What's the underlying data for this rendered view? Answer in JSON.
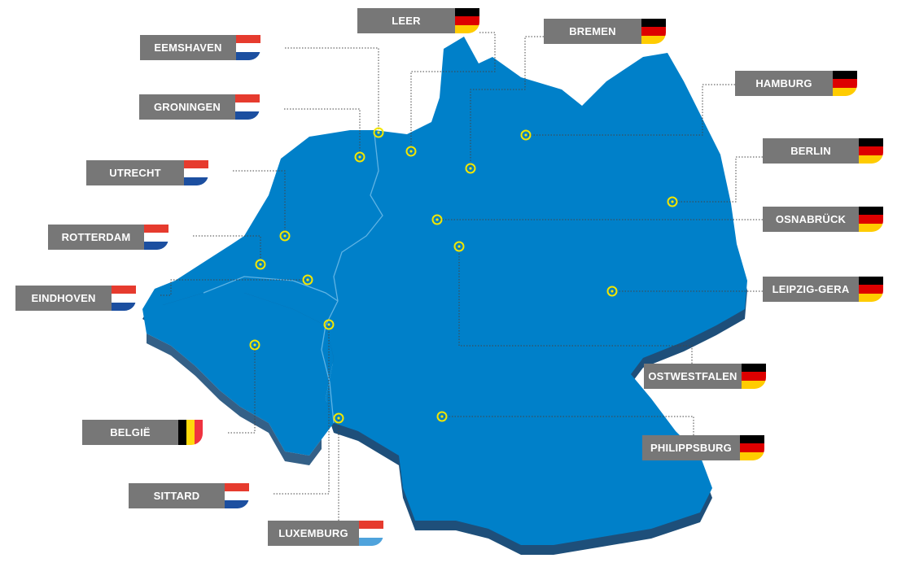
{
  "colors": {
    "map_fill": "#0080c9",
    "map_shadow": "#1e4f7a",
    "border_lines": "#5fb3e4",
    "marker": "#f2e600",
    "label_bg": "#777777",
    "label_text": "#ffffff"
  },
  "flags": {
    "nl": [
      "#e63b2e",
      "#ffffff",
      "#1c4fa0"
    ],
    "de": [
      "#000000",
      "#dd0000",
      "#ffcc00"
    ],
    "be": [
      "#000000",
      "#ffd90c",
      "#ef3340"
    ],
    "lu": [
      "#e63b2e",
      "#ffffff",
      "#4fa3dc"
    ]
  },
  "locations": [
    {
      "id": "leer",
      "name": "LEER",
      "flag": "de"
    },
    {
      "id": "bremen",
      "name": "BREMEN",
      "flag": "de"
    },
    {
      "id": "eemshaven",
      "name": "EEMSHAVEN",
      "flag": "nl"
    },
    {
      "id": "hamburg",
      "name": "HAMBURG",
      "flag": "de"
    },
    {
      "id": "groningen",
      "name": "GRONINGEN",
      "flag": "nl"
    },
    {
      "id": "berlin",
      "name": "BERLIN",
      "flag": "de"
    },
    {
      "id": "utrecht",
      "name": "UTRECHT",
      "flag": "nl"
    },
    {
      "id": "osnabruck",
      "name": "OSNABRÜCK",
      "flag": "de"
    },
    {
      "id": "rotterdam",
      "name": "ROTTERDAM",
      "flag": "nl"
    },
    {
      "id": "leipzig",
      "name": "LEIPZIG-GERA",
      "flag": "de"
    },
    {
      "id": "eindhoven",
      "name": "EINDHOVEN",
      "flag": "nl"
    },
    {
      "id": "ostwestfalen",
      "name": "OSTWESTFALEN",
      "flag": "de"
    },
    {
      "id": "belgie",
      "name": "BELGIË",
      "flag": "be"
    },
    {
      "id": "philippsburg",
      "name": "PHILIPPSBURG",
      "flag": "de"
    },
    {
      "id": "sittard",
      "name": "SITTARD",
      "flag": "nl"
    },
    {
      "id": "luxemburg",
      "name": "LUXEMBURG",
      "flag": "lu"
    }
  ]
}
